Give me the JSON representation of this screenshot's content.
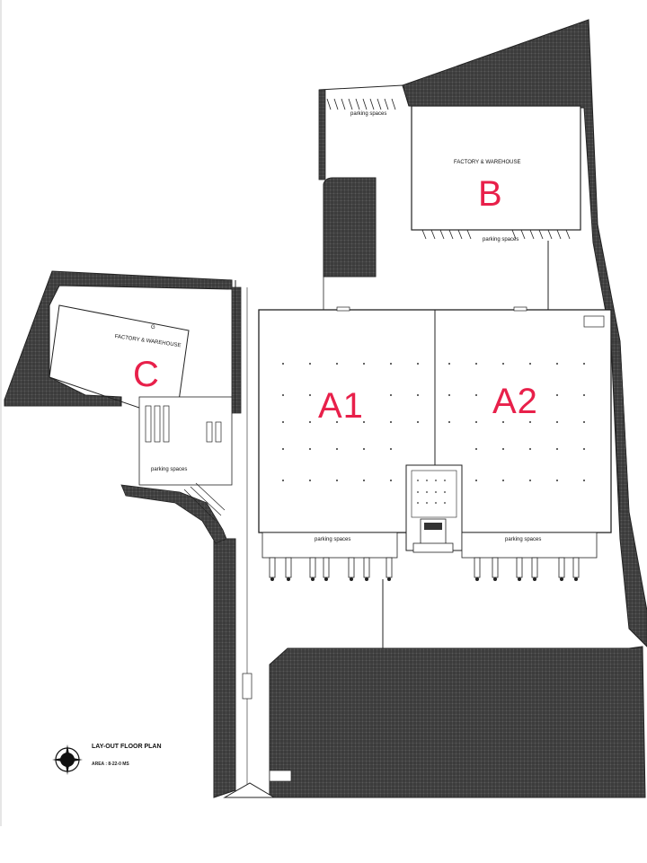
{
  "buildings": {
    "a1": {
      "label": "A1",
      "color": "#e8204a"
    },
    "a2": {
      "label": "A2",
      "color": "#e8204a"
    },
    "b": {
      "label": "B",
      "name": "FACTORY & WAREHOUSE",
      "color": "#e8204a"
    },
    "c": {
      "label": "C",
      "name": "FACTORY & WAREHOUSE",
      "marker": "G",
      "color": "#e8204a"
    }
  },
  "parking": {
    "b": "parking spaces",
    "c": "parking spaces",
    "a1": "parking spaces",
    "a2": "parking spaces",
    "top": "parking spaces"
  },
  "title_block": {
    "title": "LAY-OUT FLOOR PLAN",
    "area": "AREA : 8-22-0 MS"
  },
  "colors": {
    "hatch": "#3a3a3a",
    "line": "#222222",
    "label": "#e8204a"
  },
  "icons": [
    "north-arrow-icon",
    "hatch-pattern"
  ]
}
